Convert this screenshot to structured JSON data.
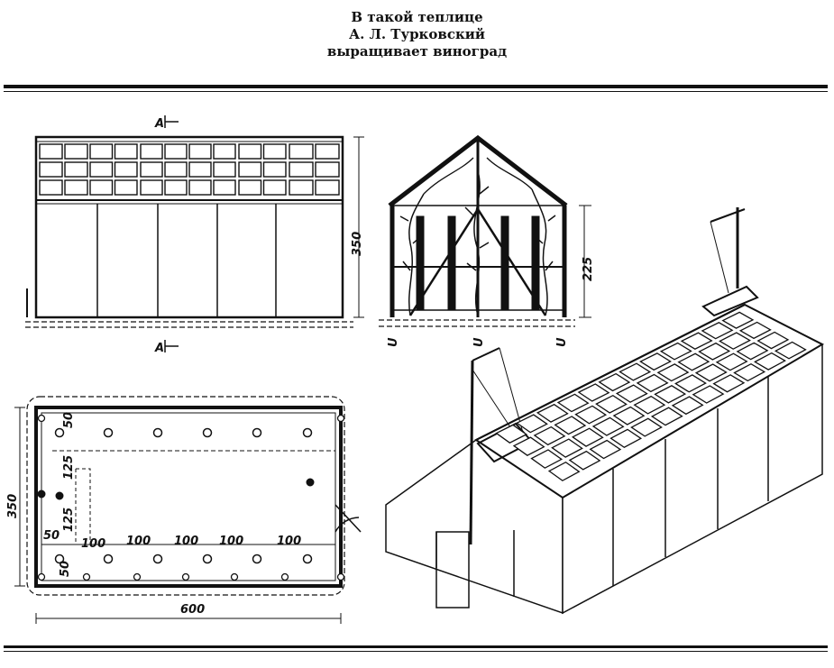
{
  "heading": {
    "line1": "В такой теплице",
    "line2": "А. Л. Турковский",
    "line3": "выращивает виноград"
  },
  "front_view": {
    "section_mark": "A",
    "height_dim": "350"
  },
  "section_view": {
    "height_dim": "225",
    "mark": "U"
  },
  "plan_view": {
    "width_dim": "600",
    "height_dim": "350",
    "dims": [
      "50",
      "125",
      "125",
      "50",
      "50",
      "100",
      "100",
      "100",
      "100",
      "100"
    ]
  }
}
